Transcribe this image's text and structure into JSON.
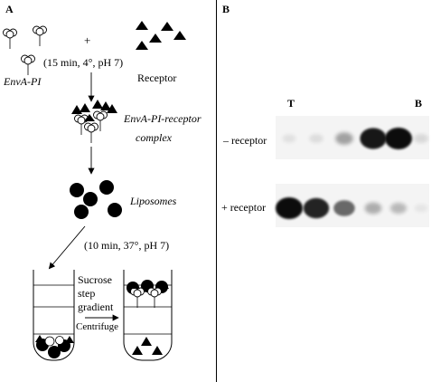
{
  "panel_a": {
    "label": "A",
    "plus": "+",
    "step1_conditions": "(15 min, 4°, pH 7)",
    "envA_label": "EnvA-PI",
    "receptor_label": "Receptor",
    "complex_label_line1": "EnvA-PI-receptor",
    "complex_label_line2": "complex",
    "liposomes_label": "Liposomes",
    "step2_conditions": "(10 min, 37°, pH 7)",
    "gradient_line1": "Sucrose",
    "gradient_line2": "step",
    "gradient_line3": "gradient",
    "centrifuge_label": "Centrifuge"
  },
  "panel_b": {
    "label": "B",
    "top_marker": "T",
    "bottom_marker": "B",
    "row1_label": "– receptor",
    "row2_label": "+ receptor",
    "fractions": 6,
    "minus_receptor_band_intensity": [
      0.08,
      0.1,
      0.35,
      0.95,
      1.0,
      0.12
    ],
    "plus_receptor_band_intensity": [
      1.0,
      0.9,
      0.6,
      0.3,
      0.25,
      0.05
    ]
  }
}
